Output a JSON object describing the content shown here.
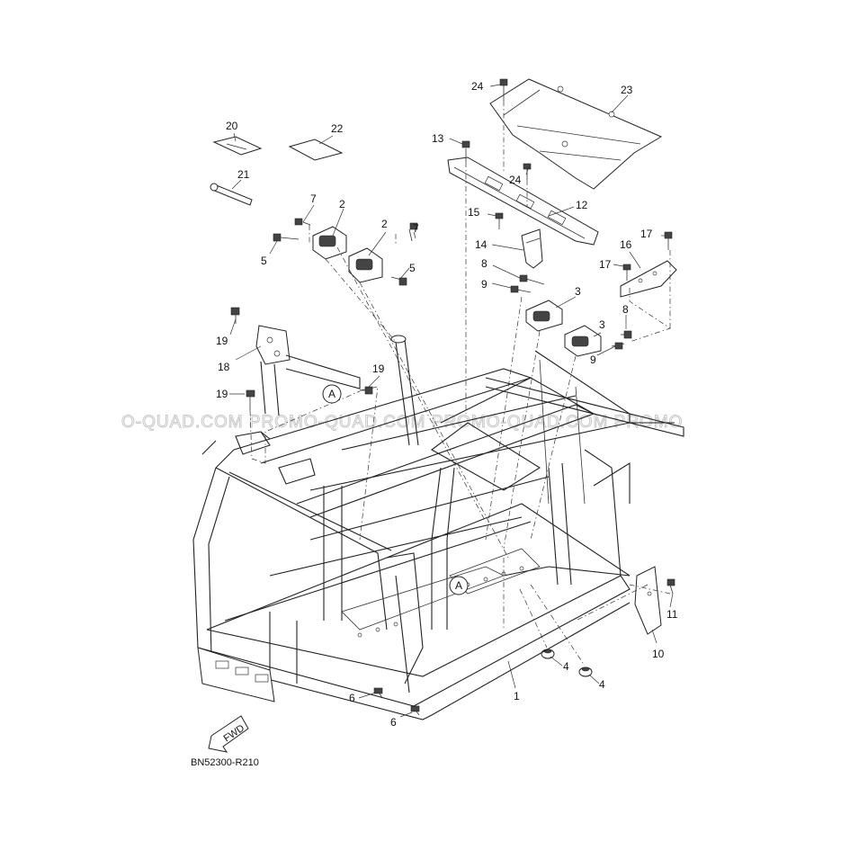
{
  "diagram": {
    "reference_code": "BN52300-R210",
    "watermark": "O-QUAD.COM  PROMO-QUAD.COM  PROMO-QUAD.COM  PROMO",
    "fwd_label": "FWD",
    "section_marks": [
      "A",
      "A"
    ],
    "callouts": {
      "p1": "1",
      "p2a": "2",
      "p2b": "2",
      "p3a": "3",
      "p3b": "3",
      "p4a": "4",
      "p4b": "4",
      "p5a": "5",
      "p5b": "5",
      "p6a": "6",
      "p6b": "6",
      "p7a": "7",
      "p7b": "7",
      "p8a": "8",
      "p8b": "8",
      "p9a": "9",
      "p9b": "9",
      "p10": "10",
      "p11": "11",
      "p12": "12",
      "p13": "13",
      "p14": "14",
      "p15": "15",
      "p16": "16",
      "p17a": "17",
      "p17b": "17",
      "p18": "18",
      "p19a": "19",
      "p19b": "19",
      "p19c": "19",
      "p20": "20",
      "p21": "21",
      "p22": "22",
      "p23": "23",
      "p24a": "24",
      "p24b": "24"
    }
  }
}
